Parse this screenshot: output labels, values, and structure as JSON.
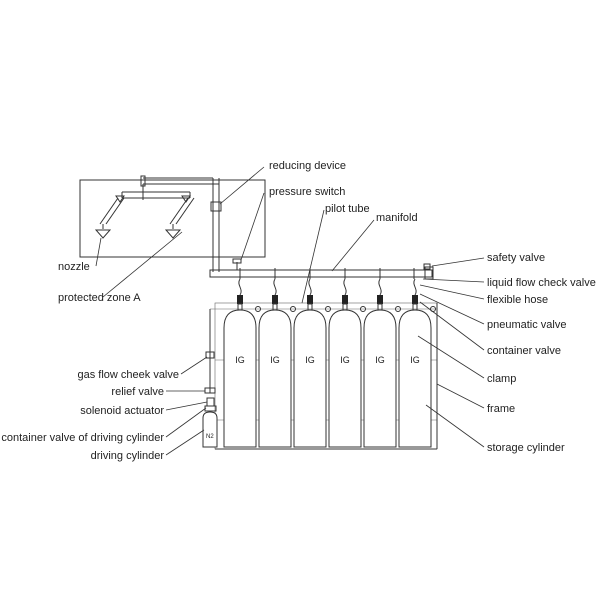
{
  "labels": {
    "reducing_device": "reducing device",
    "pressure_switch": "pressure switch",
    "pilot_tube": "pilot tube",
    "manifold": "manifold",
    "nozzle": "nozzle",
    "protected_zone": "protected zone A",
    "safety_valve": "safety valve",
    "liquid_flow_check_valve": "liquid flow check valve",
    "flexible_hose": "flexible hose",
    "pneumatic_valve": "pneumatic valve",
    "container_valve": "container valve",
    "clamp": "clamp",
    "frame": "frame",
    "storage_cylinder": "storage cylinder",
    "gas_flow_check_valve": "gas flow cheek valve",
    "relief_valve": "relief valve",
    "solenoid_actuator": "solenoid actuator",
    "container_valve_driving": "container valve of driving cylinder",
    "driving_cylinder": "driving cylinder"
  },
  "cylinders": [
    "IG",
    "IG",
    "IG",
    "IG",
    "IG",
    "IG"
  ],
  "driving_cylinder_mark": "N2"
}
